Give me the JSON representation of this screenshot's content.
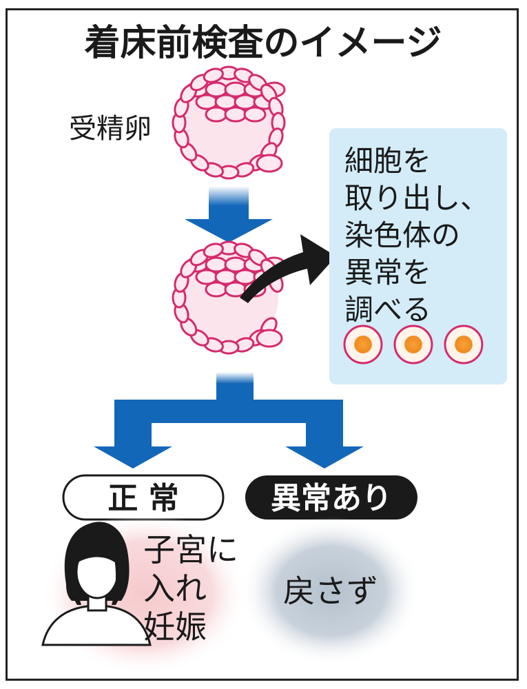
{
  "title": "着床前検査のイメージ",
  "embryo_label": "受精卵",
  "info_box": {
    "lines": [
      "細胞を",
      "取り出し、",
      "染色体の",
      "異常を",
      "調べる"
    ]
  },
  "outcomes": {
    "normal": {
      "label": "正 常",
      "result_lines": [
        "子宮に",
        "入れ",
        "妊娠"
      ]
    },
    "abnormal": {
      "label": "異常あり",
      "result": "戻さず"
    }
  },
  "colors": {
    "arrow_blue": "#1267b8",
    "cell_pink": "#d42a6c",
    "cell_fill": "#fbe4ec",
    "box_blue": "#d3ecf7",
    "woman_glow": "#f6c9cc",
    "gray_glow": "#b4c0cc",
    "dot_orange": "#f08a1c"
  }
}
